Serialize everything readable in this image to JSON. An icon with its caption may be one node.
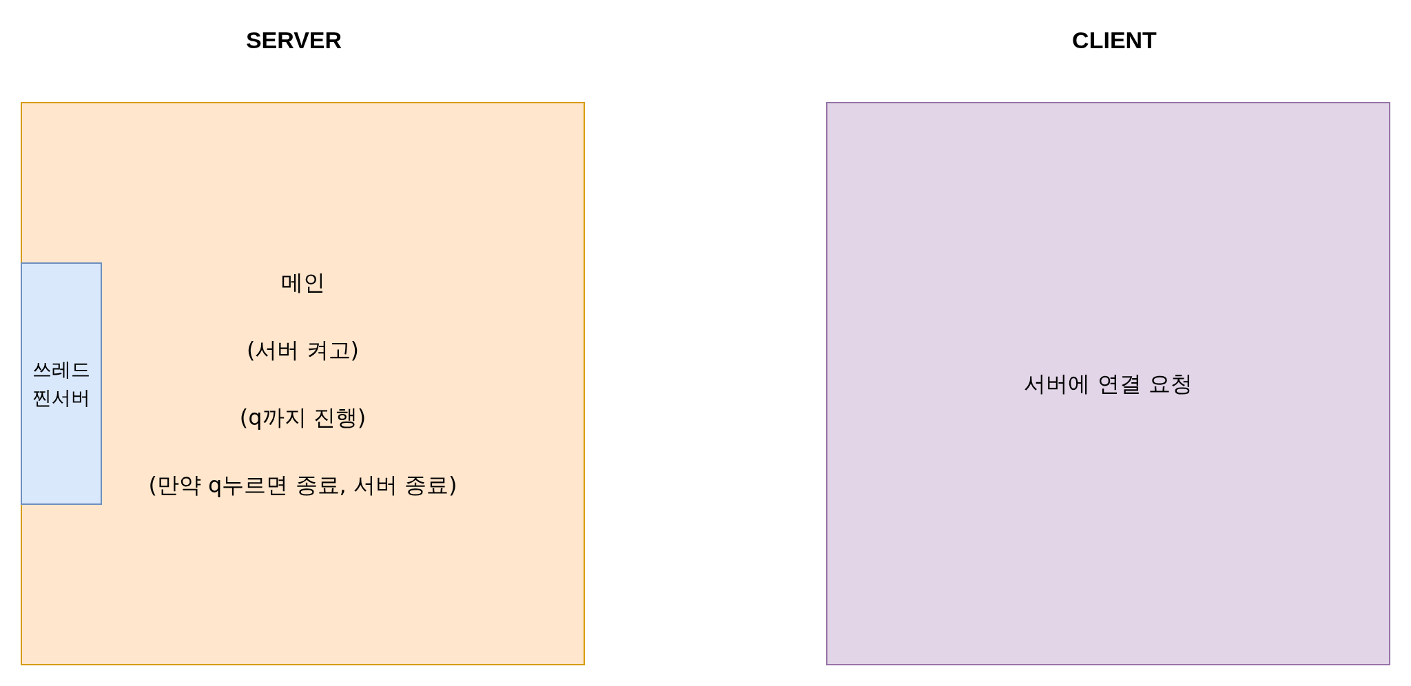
{
  "diagram": {
    "nodes": [
      {
        "text": [
          "SERVER",
          "메인",
          "(서버 켜고)",
          "(q까지 진행)",
          "(만약 q누르면 종료, 서버 종료)"
        ]
      },
      {
        "text": [
          "쓰레드 찐서버"
        ],
        "in": 0
      },
      {
        "text": [
          "CLIENT",
          "서버에 연결 요청"
        ]
      }
    ]
  }
}
